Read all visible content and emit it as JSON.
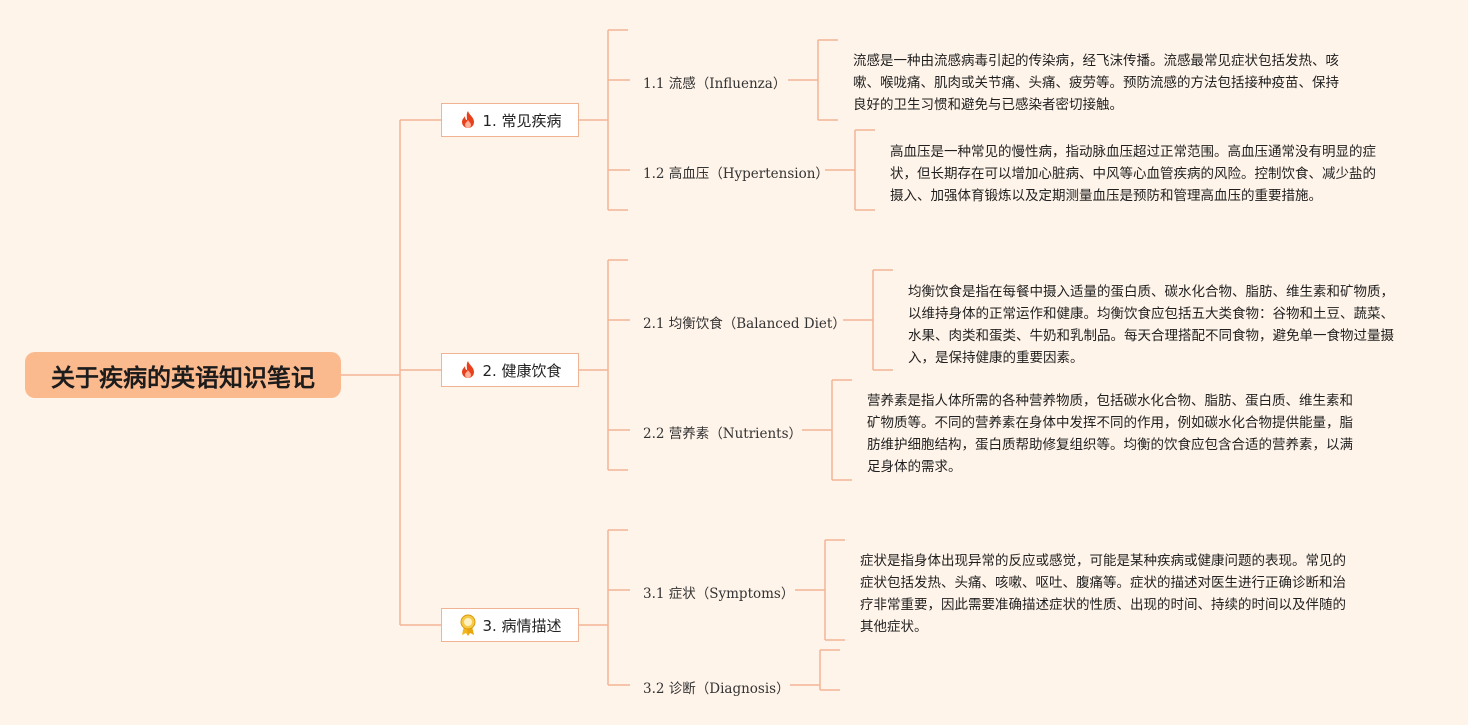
{
  "title": "关于疾病的英语知识笔记",
  "branches": [
    {
      "label": "1. 常见疾病",
      "icon": "fire-icon",
      "subs": [
        {
          "label": "1.1 流感（Influenza）",
          "note": "流感是一种由流感病毒引起的传染病，经飞沫传播。流感最常见症状包括发热、咳嗽、喉咙痛、肌肉或关节痛、头痛、疲劳等。预防流感的方法包括接种疫苗、保持良好的卫生习惯和避免与已感染者密切接触。"
        },
        {
          "label": "1.2 高血压（Hypertension）",
          "note": "高血压是一种常见的慢性病，指动脉血压超过正常范围。高血压通常没有明显的症状，但长期存在可以增加心脏病、中风等心血管疾病的风险。控制饮食、减少盐的摄入、加强体育锻炼以及定期测量血压是预防和管理高血压的重要措施。"
        }
      ]
    },
    {
      "label": "2. 健康饮食",
      "icon": "fire-icon",
      "subs": [
        {
          "label": "2.1 均衡饮食（Balanced Diet）",
          "note": "均衡饮食是指在每餐中摄入适量的蛋白质、碳水化合物、脂肪、维生素和矿物质，以维持身体的正常运作和健康。均衡饮食应包括五大类食物：谷物和土豆、蔬菜、水果、肉类和蛋类、牛奶和乳制品。每天合理搭配不同食物，避免单一食物过量摄入，是保持健康的重要因素。"
        },
        {
          "label": "2.2 营养素（Nutrients）",
          "note": "营养素是指人体所需的各种营养物质，包括碳水化合物、脂肪、蛋白质、维生素和矿物质等。不同的营养素在身体中发挥不同的作用，例如碳水化合物提供能量，脂肪维护细胞结构，蛋白质帮助修复组织等。均衡的饮食应包含合适的营养素，以满足身体的需求。"
        }
      ]
    },
    {
      "label": "3. 病情描述",
      "icon": "award-ribbon-icon",
      "subs": [
        {
          "label": "3.1 症状（Symptoms）",
          "note": "症状是指身体出现异常的反应或感觉，可能是某种疾病或健康问题的表现。常见的症状包括发热、头痛、咳嗽、呕吐、腹痛等。症状的描述对医生进行正确诊断和治疗非常重要，因此需要准确描述症状的性质、出现的时间、持续的时间以及伴随的其他症状。"
        },
        {
          "label": "3.2 诊断（Diagnosis）",
          "note": ""
        }
      ]
    }
  ],
  "colors": {
    "background": "#fff4ea",
    "root_fill": "#fbb98e",
    "connector": "#f3b496",
    "fire": "#e8401c",
    "ribbon": "#f3b61f"
  }
}
